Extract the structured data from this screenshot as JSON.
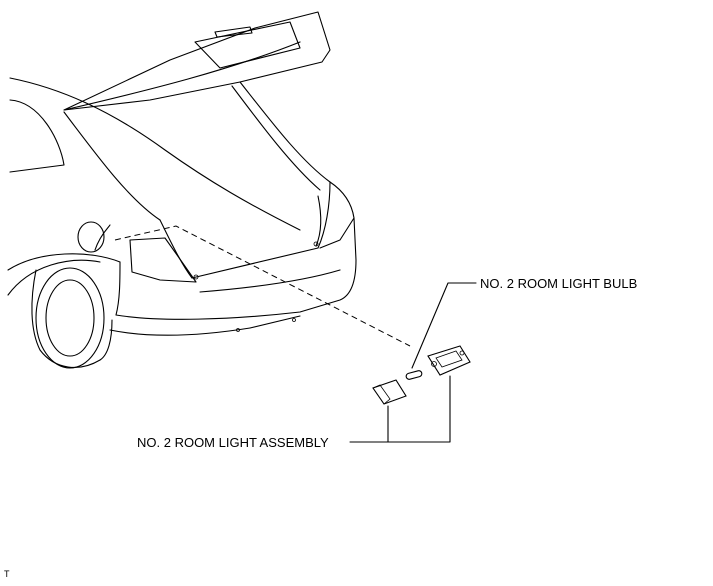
{
  "callouts": {
    "bulb_label": "NO. 2 ROOM LIGHT BULB",
    "assembly_label": "NO. 2 ROOM LIGHT ASSEMBLY"
  },
  "figure_code": "T"
}
